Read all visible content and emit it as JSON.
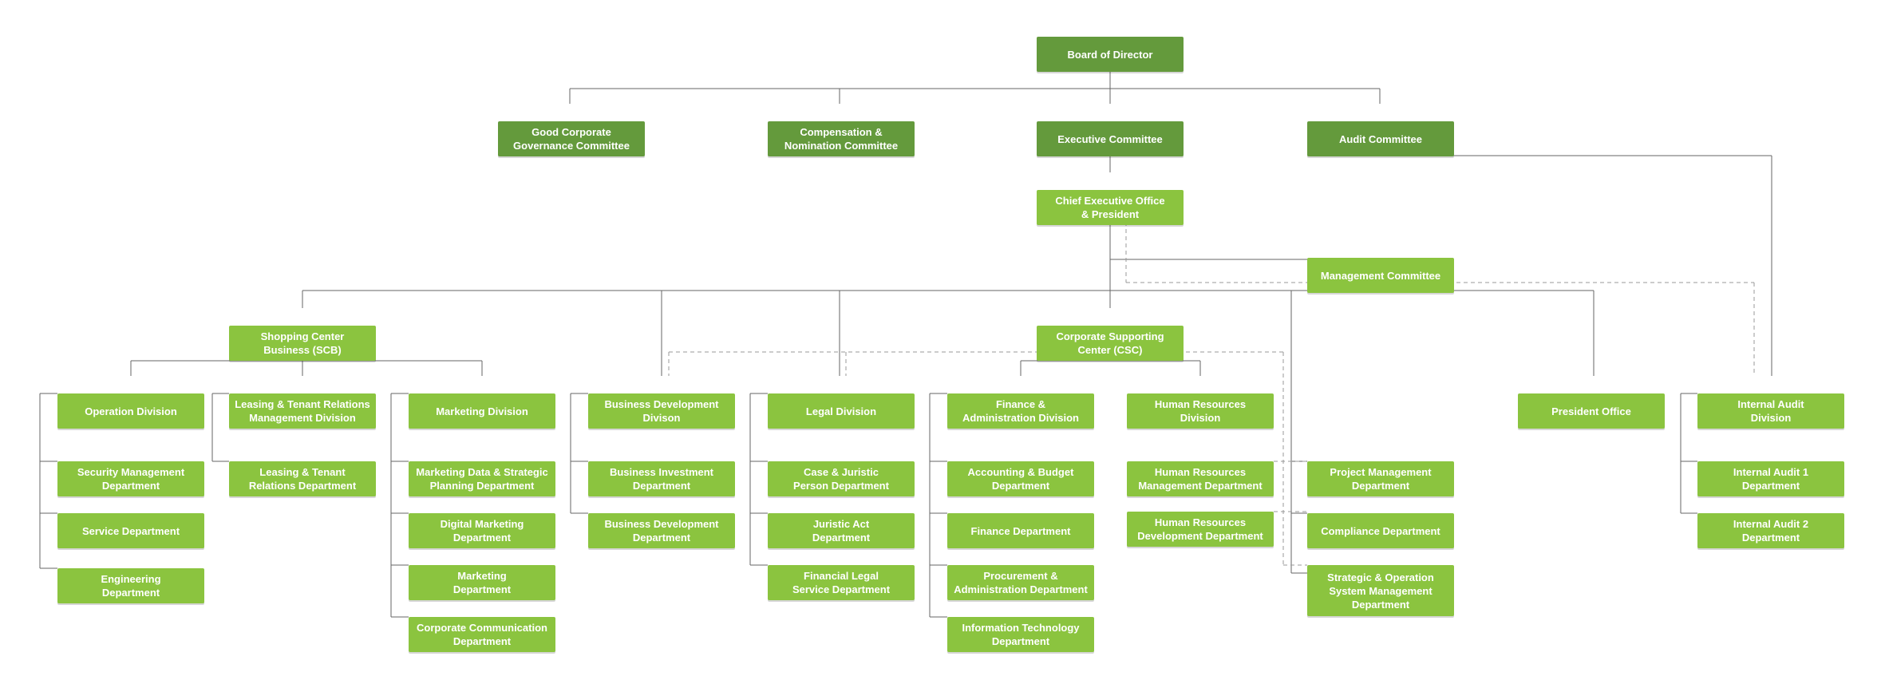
{
  "colors": {
    "dark_box": "#649a3c",
    "light_box": "#8bc43f",
    "line": "#666666",
    "dashed_line": "#999999"
  },
  "nodes": {
    "board": "Board of Director",
    "gcg": "Good Corporate\nGovernance Committee",
    "comp": "Compensation &\nNomination Committee",
    "exec": "Executive Committee",
    "audit": "Audit Committee",
    "ceo": "Chief Executive Office\n& President",
    "mgmt": "Management Committee",
    "scb": "Shopping Center\nBusiness (SCB)",
    "csc": "Corporate Supporting\nCenter (CSC)",
    "opdiv": "Operation Division",
    "leasediv": "Leasing & Tenant Relations\nManagement Division",
    "mktdiv": "Marketing Division",
    "bizdiv": "Business Development\nDivison",
    "legaldiv": "Legal Division",
    "findiv": "Finance &\nAdministration Division",
    "hrdiv": "Human Resources\nDivision",
    "pres": "President Office",
    "iadiv": "Internal Audit\nDivision",
    "security": "Security Management\nDepartment",
    "service": "Service Department",
    "eng": "Engineering\nDepartment",
    "leasedept": "Leasing & Tenant\nRelations Department",
    "mktdata": "Marketing Data & Strategic\nPlanning Department",
    "digital": "Digital Marketing\nDepartment",
    "mktdept": "Marketing\nDepartment",
    "corpcomm": "Corporate Communication\nDepartment",
    "bizinv": "Business Investment\nDepartment",
    "bizdept": "Business Development\nDepartment",
    "case": "Case & Juristic\nPerson Department",
    "juristic": "Juristic Act\nDepartment",
    "finlegal": "Financial Legal\nService Department",
    "acct": "Accounting & Budget\nDepartment",
    "findept": "Finance Department",
    "proc": "Procurement &\nAdministration Department",
    "it": "Information Technology\nDepartment",
    "hrmgmt": "Human Resources\nManagement Department",
    "hrdev": "Human Resources\nDevelopment Department",
    "pm": "Project Management\nDepartment",
    "compliance": "Compliance Department",
    "strategic": "Strategic & Operation\nSystem Management\nDepartment",
    "ia1": "Internal Audit 1\nDepartment",
    "ia2": "Internal Audit 2\nDepartment"
  }
}
